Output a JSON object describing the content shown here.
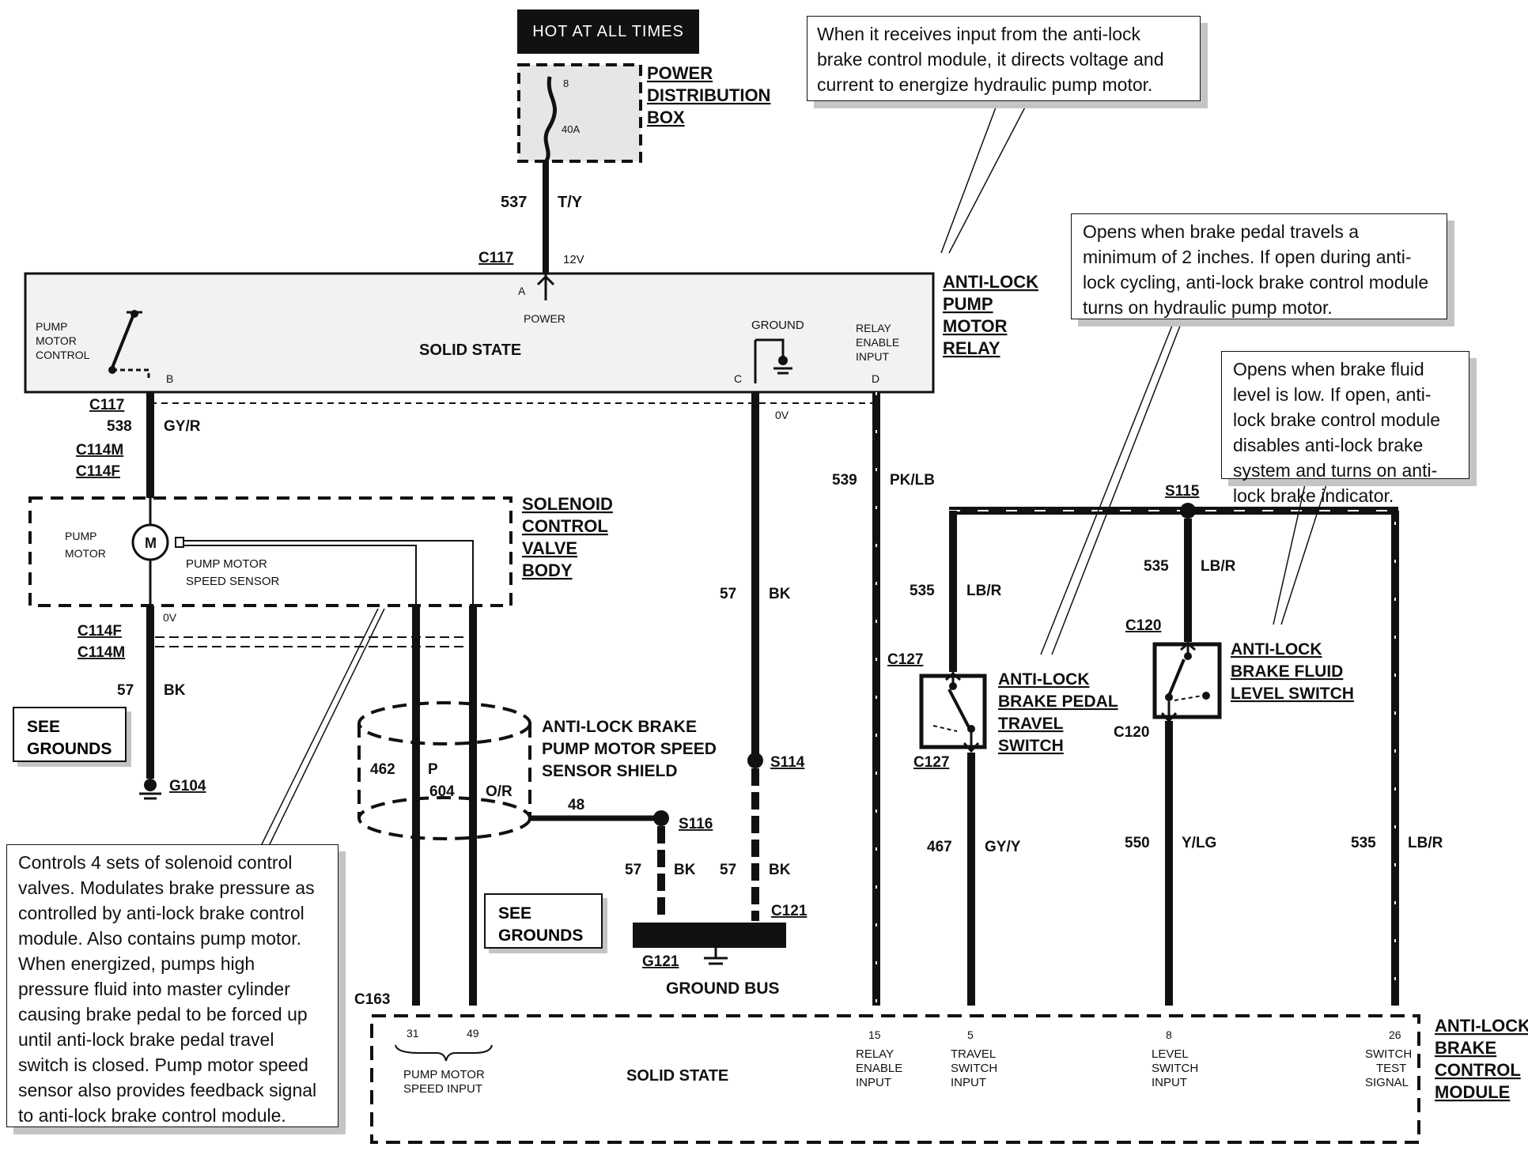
{
  "header": {
    "hot_at_all_times": "HOT AT ALL TIMES"
  },
  "notes": {
    "relay": "When it receives input from the anti-lock brake control module, it directs voltage and current to  energize hydraulic pump motor.",
    "pedal": "Opens when brake pedal travels a minimum of 2 inches. If open during anti-lock cycling, anti-lock brake control module turns on hydraulic pump motor.",
    "fluid": "Opens when brake fluid level is low.  If open, anti-lock brake control module disables anti-lock brake system and turns on anti-lock brake indicator.",
    "solenoid": "Controls 4 sets of solenoid control valves. Modulates brake pressure as controlled by anti-lock brake control module. Also contains pump motor. When energized, pumps high pressure fluid into master cylinder causing brake pedal to be forced up until anti-lock brake pedal travel switch is closed. Pump motor speed sensor also provides feedback signal to anti-lock brake control module."
  },
  "see_grounds": {
    "line1": "SEE",
    "line2": "GROUNDS"
  },
  "components": {
    "pdb": {
      "line1": "POWER",
      "line2": "DISTRIBUTION",
      "line3": "BOX",
      "fuse_num": "8",
      "fuse_rating": "40A"
    },
    "relay": {
      "line1": "ANTI-LOCK",
      "line2": "PUMP",
      "line3": "MOTOR",
      "line4": "RELAY",
      "solid_state": "SOLID STATE",
      "pump_motor_control_1": "PUMP",
      "pump_motor_control_2": "MOTOR",
      "pump_motor_control_3": "CONTROL",
      "power": "POWER",
      "ground": "GROUND",
      "relay_enable_1": "RELAY",
      "relay_enable_2": "ENABLE",
      "relay_enable_3": "INPUT",
      "pin_a": "A",
      "pin_b": "B",
      "pin_c": "C",
      "pin_d": "D"
    },
    "solenoid": {
      "line1": "SOLENOID",
      "line2": "CONTROL",
      "line3": "VALVE",
      "line4": "BODY",
      "pump_1": "PUMP",
      "pump_2": "MOTOR",
      "motor_symbol": "M",
      "sensor_1": "PUMP MOTOR",
      "sensor_2": "SPEED SENSOR"
    },
    "shield": {
      "line1": "ANTI-LOCK BRAKE",
      "line2": "PUMP MOTOR SPEED",
      "line3": "SENSOR SHIELD"
    },
    "pedal_switch": {
      "line1": "ANTI-LOCK",
      "line2": "BRAKE PEDAL",
      "line3": "TRAVEL",
      "line4": "SWITCH"
    },
    "fluid_switch": {
      "line1": "ANTI-LOCK",
      "line2": "BRAKE FLUID",
      "line3": "LEVEL SWITCH"
    },
    "abs_module": {
      "line1": "ANTI-LOCK",
      "line2": "BRAKE",
      "line3": "CONTROL",
      "line4": "MODULE",
      "solid_state": "SOLID STATE",
      "pin31": "31",
      "pin49": "49",
      "pms_1": "PUMP MOTOR",
      "pms_2": "SPEED INPUT",
      "pin15": "15",
      "re_1": "RELAY",
      "re_2": "ENABLE",
      "re_3": "INPUT",
      "pin5": "5",
      "ts_1": "TRAVEL",
      "ts_2": "SWITCH",
      "ts_3": "INPUT",
      "pin8": "8",
      "ls_1": "LEVEL",
      "ls_2": "SWITCH",
      "ls_3": "INPUT",
      "pin26": "26",
      "st_1": "SWITCH",
      "st_2": "TEST",
      "st_3": "SIGNAL"
    },
    "ground_bus": "GROUND BUS"
  },
  "connectors": {
    "c117_top": "C117",
    "c117_bottom": "C117",
    "c114m_top": "C114M",
    "c114f_top": "C114F",
    "c114f_bottom": "C114F",
    "c114m_bottom": "C114M",
    "c163": "C163",
    "c121": "C121",
    "c127_top": "C127",
    "c127_bottom": "C127",
    "c120_top": "C120",
    "c120_bottom": "C120"
  },
  "splices": {
    "s115": "S115",
    "s114": "S114",
    "s116": "S116"
  },
  "grounds": {
    "g104": "G104",
    "g121": "G121"
  },
  "voltages": {
    "v12": "12V",
    "v0_relay": "0V",
    "v0_motor": "0V"
  },
  "wires": {
    "w537": {
      "circuit": "537",
      "color": "T/Y"
    },
    "w538": {
      "circuit": "538",
      "color": "GY/R"
    },
    "w57_left": {
      "circuit": "57",
      "color": "BK"
    },
    "w57_center": {
      "circuit": "57",
      "color": "BK"
    },
    "w57_s116": {
      "circuit": "57",
      "color": "BK"
    },
    "w57_c121": {
      "circuit": "57",
      "color": "BK"
    },
    "w539": {
      "circuit": "539",
      "color": "PK/LB"
    },
    "w462": {
      "circuit": "462",
      "color": "P"
    },
    "w604": {
      "circuit": "604",
      "color": "O/R"
    },
    "w48": {
      "circuit": "48"
    },
    "w535_a": {
      "circuit": "535",
      "color": "LB/R"
    },
    "w535_b": {
      "circuit": "535",
      "color": "LB/R"
    },
    "w535_c": {
      "circuit": "535",
      "color": "LB/R"
    },
    "w467": {
      "circuit": "467",
      "color": "GY/Y"
    },
    "w550": {
      "circuit": "550",
      "color": "Y/LG"
    }
  }
}
